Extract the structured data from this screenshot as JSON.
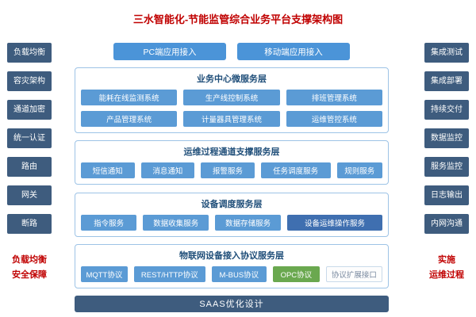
{
  "title": "三水智能化-节能监管综合业务平台支撑架构图",
  "top_access": {
    "pc_button": "PC端应用接入",
    "mobile_button": "移动端应用接入"
  },
  "left_sidebar": {
    "items": [
      "负载均衡",
      "容灾架构",
      "通道加密",
      "统一认证",
      "路由",
      "网关",
      "断路"
    ],
    "note_line1": "负载均衡",
    "note_line2": "安全保障"
  },
  "right_sidebar": {
    "items": [
      "集成测试",
      "集成部署",
      "持续交付",
      "数据监控",
      "服务监控",
      "日志输出",
      "内网沟通"
    ],
    "note_line1": "实施",
    "note_line2": "运维过程"
  },
  "sections": {
    "business": {
      "title": "业务中心微服务层",
      "row1": [
        "能耗在线监测系统",
        "生产线控制系统",
        "排班管理系统"
      ],
      "row2": [
        "产品管理系统",
        "计量器具管理系统",
        "运维管控系统"
      ]
    },
    "channel": {
      "title": "运维过程通道支撑服务层",
      "items": [
        "短信通知",
        "消息通知",
        "报警服务",
        "任务调度服务",
        "规则服务"
      ]
    },
    "device": {
      "title": "设备调度服务层",
      "items": [
        "指令服务",
        "数据收集服务",
        "数据存储服务",
        "设备运维操作服务"
      ]
    },
    "iot": {
      "title": "物联网设备接入协议服务层",
      "items": [
        "MQTT协议",
        "REST/HTTP协议",
        "M-BUS协议",
        "OPC协议",
        "协议扩展接口"
      ]
    }
  },
  "bottom_bar": "SAAS优化设计",
  "colors": {
    "title_red": "#c00000",
    "side_box": "#3e5c7e",
    "button_blue": "#4b94d8",
    "service_blue": "#5b9bd5",
    "service_dark_blue": "#3f6fb0",
    "protocol_green": "#6aa84f",
    "section_border": "#9dc3e6",
    "section_title": "#1f4e79"
  }
}
